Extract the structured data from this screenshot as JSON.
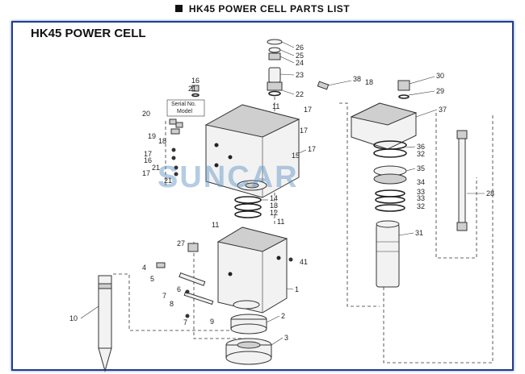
{
  "header": {
    "title": "HK45 POWER CELL PARTS LIST"
  },
  "panel": {
    "title": "HK45 POWER CELL"
  },
  "watermark": {
    "text": "SUNCAR"
  },
  "labels": {
    "serial": "Serial No.",
    "model": "Model"
  },
  "callouts": {
    "c1": "1",
    "c2": "2",
    "c3": "3",
    "c4": "4",
    "c5": "5",
    "c6": "6",
    "c7": "7",
    "c8": "8",
    "c9": "9",
    "c10": "10",
    "c11a": "11",
    "c11b": "11",
    "c11c": "11",
    "c12": "12",
    "c13": "13",
    "c14": "14",
    "c15": "15",
    "c16a": "16",
    "c16b": "16",
    "c17a": "17",
    "c17b": "17",
    "c17c": "17",
    "c17d": "17",
    "c17e": "17",
    "c18a": "18",
    "c18b": "18",
    "c19": "19",
    "c20": "20",
    "c21a": "21",
    "c21b": "21",
    "c21c": "21",
    "c22": "22",
    "c23": "23",
    "c24": "24",
    "c25": "25",
    "c26": "26",
    "c27": "27",
    "c28": "28",
    "c29": "29",
    "c30": "30",
    "c31": "31",
    "c32a": "32",
    "c32b": "32",
    "c33a": "33",
    "c33b": "33",
    "c34": "34",
    "c35": "35",
    "c36": "36",
    "c37": "37",
    "c38": "38",
    "c41": "41",
    "c7b": "7"
  },
  "colors": {
    "frame": "#1f3d8a",
    "watermark": "#5a8fc4"
  }
}
